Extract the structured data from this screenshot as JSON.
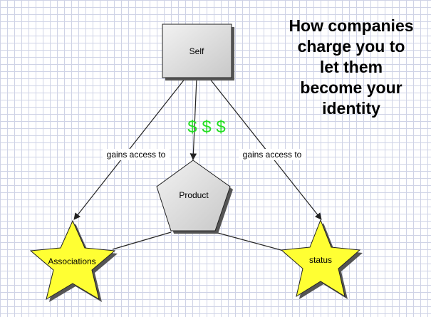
{
  "title_lines": [
    "How companies",
    "charge you to",
    "let them",
    "become your",
    "identity"
  ],
  "nodes": {
    "self": "Self",
    "product": "Product",
    "associations": "Associations",
    "status": "status"
  },
  "edges": {
    "left_label": "gains access to",
    "right_label": "gains access to",
    "money_label": "$ $ $"
  },
  "colors": {
    "box_fill": "#dcdcdc",
    "star_fill": "#ffff33",
    "money": "#22dd22",
    "grid": "#cfd3e6"
  }
}
